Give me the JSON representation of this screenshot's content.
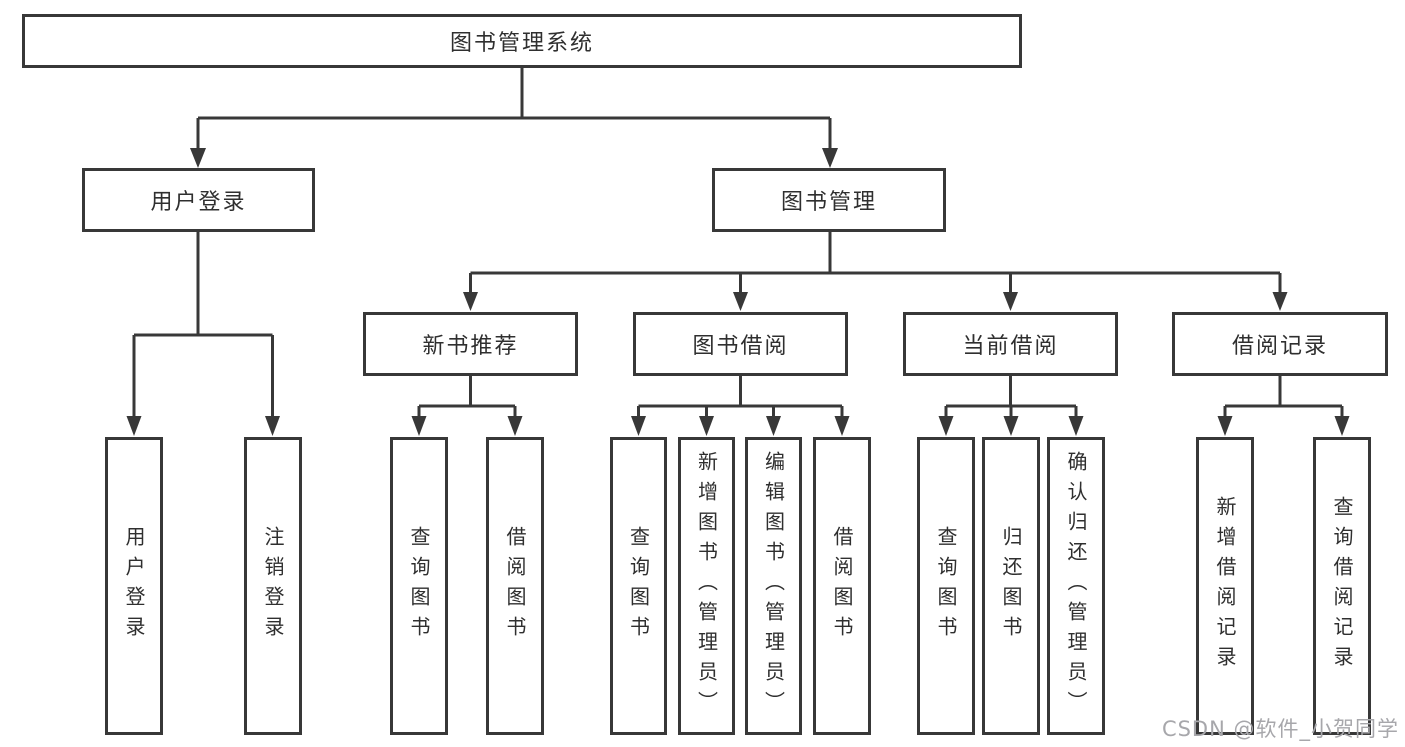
{
  "tree": {
    "label": "图书管理系统",
    "children": [
      {
        "label": "用户登录",
        "children": [
          {
            "label": "用户登录"
          },
          {
            "label": "注销登录"
          }
        ]
      },
      {
        "label": "图书管理",
        "children": [
          {
            "label": "新书推荐",
            "children": [
              {
                "label": "查询图书"
              },
              {
                "label": "借阅图书"
              }
            ]
          },
          {
            "label": "图书借阅",
            "children": [
              {
                "label": "查询图书"
              },
              {
                "label": "新增图书（管理员）"
              },
              {
                "label": "编辑图书（管理员）"
              },
              {
                "label": "借阅图书"
              }
            ]
          },
          {
            "label": "当前借阅",
            "children": [
              {
                "label": "查询图书"
              },
              {
                "label": "归还图书"
              },
              {
                "label": "确认归还（管理员）"
              }
            ]
          },
          {
            "label": "借阅记录",
            "children": [
              {
                "label": "新增借阅记录"
              },
              {
                "label": "查询借阅记录"
              }
            ]
          }
        ]
      }
    ]
  },
  "watermark": "CSDN @软件_小贺同学",
  "colors": {
    "line": "#383838",
    "text": "#2f2f2f",
    "watermark": "#a7a7ab",
    "background": "#ffffff"
  }
}
